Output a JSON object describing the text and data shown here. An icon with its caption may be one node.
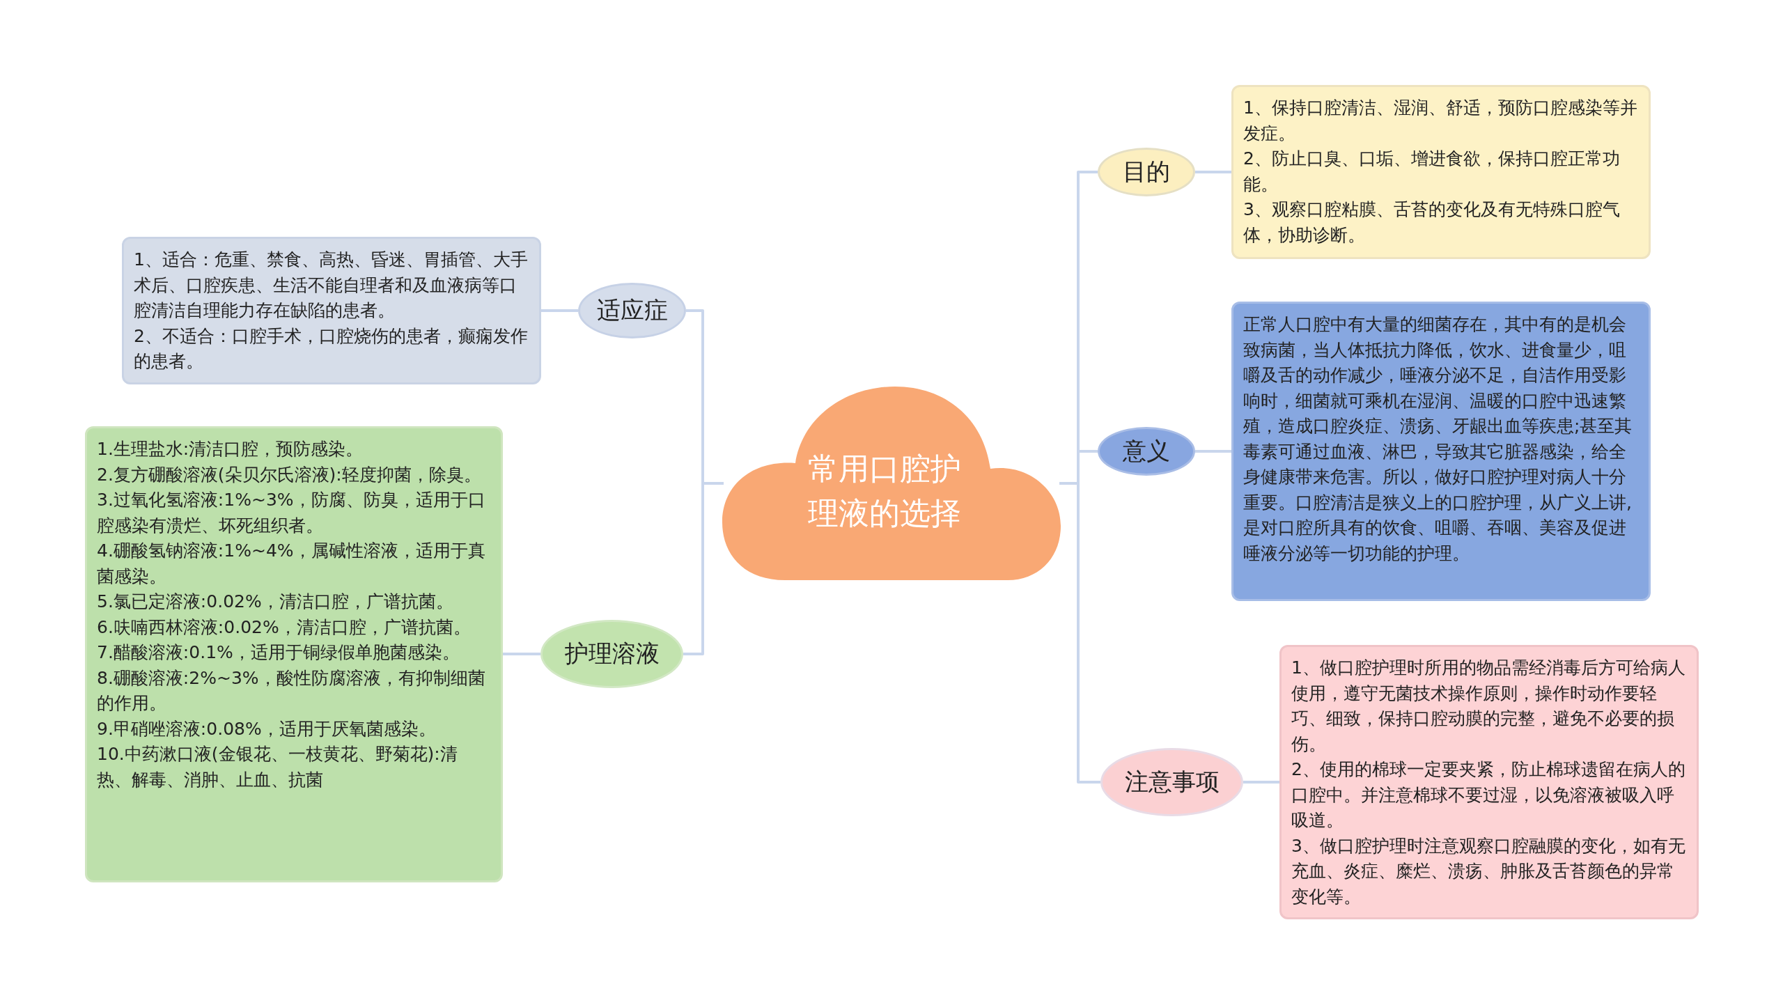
{
  "diagram": {
    "nodes": [
      {
        "text": [
          "常用口腔护理液的选择"
        ]
      },
      {
        "text": [
          "适应症"
        ]
      },
      {
        "text": [
          "1、适合：危重、禁食、高热、昏迷、胃插管、大手术后、口腔疾患、生活不能自理者和及血液病等口腔清洁自理能力存在缺陷的患者。",
          "2、不适合：口腔手术，口腔烧伤的患者，癫痫发作的患者。"
        ]
      },
      {
        "text": [
          "护理溶液"
        ]
      },
      {
        "text": [
          "1.生理盐水:清洁口腔，预防感染。",
          "2.复方硼酸溶液(朵贝尔氏溶液):轻度抑菌，除臭。",
          "3.过氧化氢溶液:1%~3%，防腐、防臭，适用于口腔感染有溃烂、坏死组织者。",
          "4.硼酸氢钠溶液:1%~4%，属碱性溶液，适用于真菌感染。",
          "5.氯已定溶液:0.02%，清洁口腔，广谱抗菌。",
          "6.呋喃西林溶液:0.02%，清洁口腔，广谱抗菌。",
          "7.醋酸溶液:0.1%，适用于铜绿假单胞菌感染。",
          "8.硼酸溶液:2%~3%，酸性防腐溶液，有抑制细菌的作用。",
          "9.甲硝唑溶液:0.08%，适用于厌氧菌感染。",
          "10.中药漱口液(金银花、一枝黄花、野菊花):清热、解毒、消肿、止血、抗菌"
        ]
      },
      {
        "text": [
          "目的"
        ]
      },
      {
        "text": [
          "1、保持口腔清洁、湿润、舒适，预防口腔感染等并发症。",
          "2、防止口臭、口垢、增进食欲，保持口腔正常功能。",
          "3、观察口腔粘膜、舌苔的变化及有无特殊口腔气体，协助诊断。"
        ]
      },
      {
        "text": [
          "意义"
        ]
      },
      {
        "text": [
          "正常人口腔中有大量的细菌存在，其中有的是机会致病菌，当人体抵抗力降低，饮水、进食量少，咀嚼及舌的动作减少，唾液分泌不足，自洁作用受影响时，细菌就可乘机在湿润、温暖的口腔中迅速繁殖，造成口腔炎症、溃疡、牙龈出血等疾患;甚至其毒素可通过血液、淋巴，导致其它脏器感染，给全身健康带来危害。所以，做好口腔护理对病人十分重要。口腔清洁是狭义上的口腔护理，从广义上讲,是对口腔所具有的饮食、咀嚼、吞咽、美容及促进唾液分泌等一切功能的护理。"
        ]
      },
      {
        "text": [
          "注意事项"
        ]
      },
      {
        "text": [
          "1、做口腔护理时所用的物品需经消毒后方可给病人使用，遵守无菌技术操作原则，操作时动作要轻巧、细致，保持口腔动膜的完整，避免不必要的损伤。",
          "2、使用的棉球一定要夹紧，防止棉球遗留在病人的口腔中。并注意棉球不要过湿，以免溶液被吸入呼吸道。",
          "3、做口腔护理时注意观察口腔融膜的变化，如有无充血、炎症、糜烂、溃疡、肿胀及舌苔颜色的异常变化等。"
        ]
      }
    ],
    "edges": [
      {
        "from": 0,
        "to": 1,
        "arrow": "none"
      },
      {
        "from": 1,
        "to": 2,
        "arrow": "none"
      },
      {
        "from": 0,
        "to": 3,
        "arrow": "none"
      },
      {
        "from": 3,
        "to": 4,
        "arrow": "none"
      },
      {
        "from": 0,
        "to": 5,
        "arrow": "none"
      },
      {
        "from": 5,
        "to": 6,
        "arrow": "none"
      },
      {
        "from": 0,
        "to": 7,
        "arrow": "none"
      },
      {
        "from": 7,
        "to": 8,
        "arrow": "none"
      },
      {
        "from": 0,
        "to": 9,
        "arrow": "none"
      },
      {
        "from": 9,
        "to": 10,
        "arrow": "none"
      }
    ]
  }
}
